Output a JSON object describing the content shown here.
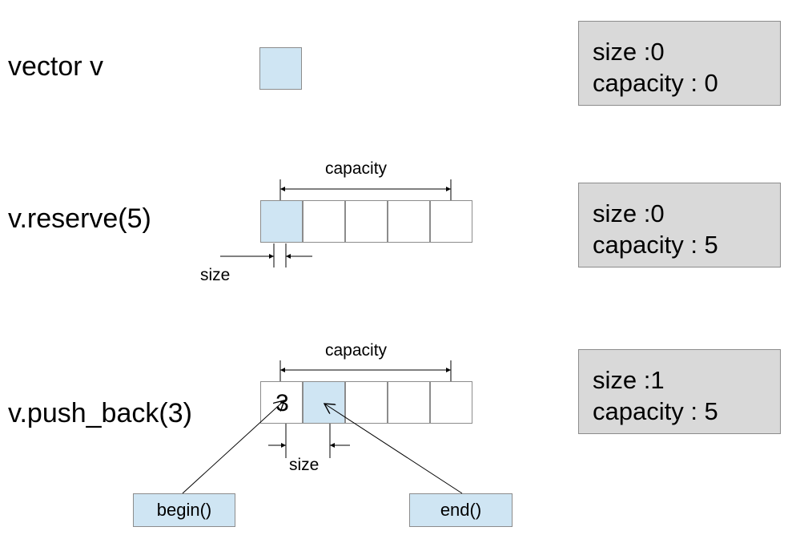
{
  "rows": [
    {
      "operation": "vector v",
      "info": {
        "size_text": "size :0",
        "capacity_text": "capacity : 0"
      }
    },
    {
      "operation": "v.reserve(5)",
      "capacity_label": "capacity",
      "size_label": "size",
      "info": {
        "size_text": "size :0",
        "capacity_text": "capacity : 5"
      }
    },
    {
      "operation": "v.push_back(3)",
      "capacity_label": "capacity",
      "size_label": "size",
      "first_element_value": "3",
      "begin_label": "begin()",
      "end_label": "end()",
      "info": {
        "size_text": "size :1",
        "capacity_text": "capacity : 5"
      }
    }
  ],
  "colors": {
    "cell_fill": "#cfe5f3",
    "info_box_fill": "#d9d9d9",
    "border": "#8c8c8c"
  }
}
